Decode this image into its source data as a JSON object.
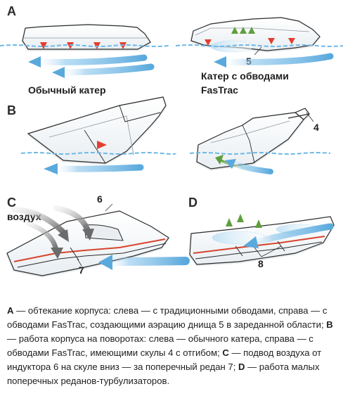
{
  "panels": {
    "a": {
      "letter": "A",
      "left_label": "Обычный катер",
      "right_label_line1": "Катер с обводами",
      "right_label_line2": "FasTrac",
      "callout": "5"
    },
    "b": {
      "letter": "B",
      "callout": "4"
    },
    "c": {
      "letter": "C",
      "air_label": "воздух",
      "callout_inductor": "6",
      "callout_step": "7"
    },
    "d": {
      "letter": "D",
      "callout": "8"
    }
  },
  "caption": {
    "a_key": "A",
    "a_text": " — обтекание корпуса: слева — с традиционными обводами, справа — с обводами FasTrac, создающими аэрацию днища 5 в зареданной области; ",
    "b_key": "B",
    "b_text": " — работа корпуса на поворотах: слева — обычного катера, справа — с обводами FasTrac, имеющими скулы 4 с отгибом; ",
    "c_key": "C",
    "c_text": " — подвод воздуха от индуктора 6 на скуле вниз — за поперечный редан 7; ",
    "d_key": "D",
    "d_text": " — работа малых поперечных реданов-турбулизаторов."
  },
  "colors": {
    "water_arrow": "#5aa9dd",
    "water_line": "#6fb8e6",
    "pressure_arrow": "#e53d2f",
    "air_arrow": "#6ab04c",
    "air_flow": "#7d7d7d",
    "red_edge": "#d6452f"
  }
}
